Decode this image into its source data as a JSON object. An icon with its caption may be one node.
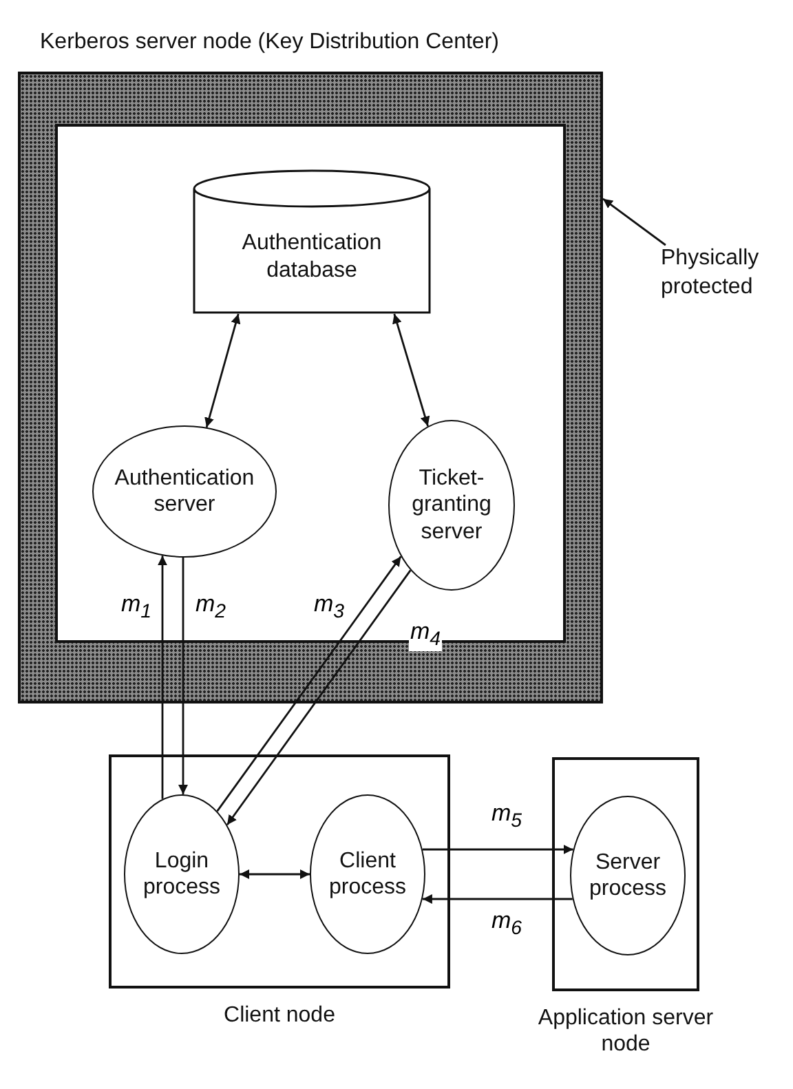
{
  "diagram": {
    "nodes": [
      {
        "text": [
          "Kerberos server node (Key Distribution Center)"
        ]
      },
      {
        "text": [
          "Authentication database"
        ],
        "in": 0
      },
      {
        "text": [
          "Authentication server"
        ],
        "in": 0
      },
      {
        "text": [
          "Ticket-granting server"
        ],
        "in": 0
      },
      {
        "text": [
          "Client node"
        ]
      },
      {
        "text": [
          "Login process"
        ],
        "in": 4
      },
      {
        "text": [
          "Client process"
        ],
        "in": 4
      },
      {
        "text": [
          "Application server node"
        ]
      },
      {
        "text": [
          "Server process"
        ],
        "in": 7
      },
      {
        "text": [
          "Physically protected"
        ]
      }
    ],
    "edges": [
      {
        "from": 1,
        "to": 2,
        "arrow": "both"
      },
      {
        "from": 1,
        "to": 3,
        "arrow": "both"
      },
      {
        "from": 5,
        "to": 2,
        "arrow": "to",
        "label": "m$_{1}$"
      },
      {
        "from": 2,
        "to": 5,
        "arrow": "to",
        "label": "m$_{2}$"
      },
      {
        "from": 5,
        "to": 3,
        "arrow": "to",
        "label": "m$_{3}$"
      },
      {
        "from": 3,
        "to": 5,
        "arrow": "to",
        "label": "m$_{4}$"
      },
      {
        "from": 5,
        "to": 6,
        "arrow": "both"
      },
      {
        "from": 6,
        "to": 8,
        "arrow": "to",
        "label": "m$_{5}$"
      },
      {
        "from": 8,
        "to": 6,
        "arrow": "to",
        "label": "m$_{6}$"
      },
      {
        "from": 9,
        "to": 0,
        "arrow": "to"
      }
    ]
  }
}
